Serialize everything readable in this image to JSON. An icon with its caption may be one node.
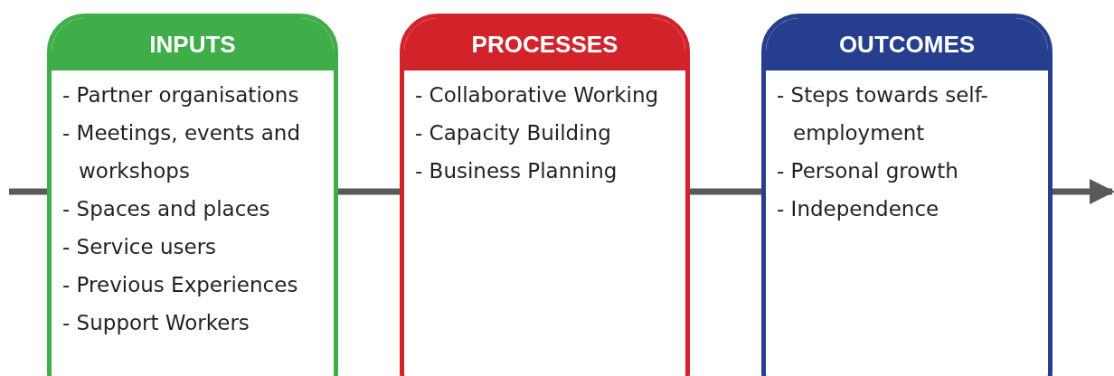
{
  "diagram": {
    "nodes": [
      {
        "text": [
          "INPUTS",
          "- Partner organisations",
          "- Meetings, events and workshops",
          "- Spaces and places",
          "- Service users",
          "- Previous Experiences",
          "- Support Workers"
        ]
      },
      {
        "text": [
          "PROCESSES",
          "- Collaborative Working",
          "- Capacity Building",
          "- Business Planning"
        ]
      },
      {
        "text": [
          "OUTCOMES",
          "- Steps towards self-employment",
          "- Personal growth",
          "- Independence"
        ]
      }
    ],
    "edges": [
      {
        "from": null,
        "to": 0,
        "arrow": "none"
      },
      {
        "from": 0,
        "to": 1,
        "arrow": "none"
      },
      {
        "from": 1,
        "to": 2,
        "arrow": "none"
      },
      {
        "from": 2,
        "to": null,
        "arrow": "to"
      }
    ]
  }
}
